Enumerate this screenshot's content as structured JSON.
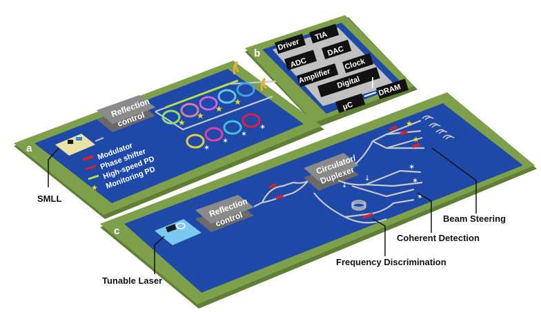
{
  "panels": {
    "a": "a",
    "b": "b",
    "c": "c"
  },
  "panel_a": {
    "reflection_box": [
      "Reflection",
      "control"
    ],
    "legend": [
      "Modulator",
      "Phase shifter",
      "High-speed PD",
      "Monitoring PD"
    ],
    "smll_label": "SMLL"
  },
  "panel_b": {
    "chips": [
      "Driver",
      "TIA",
      "ADC",
      "DAC",
      "Amplifier",
      "Clock",
      "Digital",
      "μC",
      "DRAM"
    ]
  },
  "panel_c": {
    "reflection_box": [
      "Reflection",
      "control"
    ],
    "circulator_box": [
      "Circulator/",
      "Duplexer"
    ],
    "callouts": [
      "Tunable Laser",
      "Frequency Discrimination",
      "Coherent Detection",
      "Beam Steering"
    ]
  },
  "colors": {
    "green_board": "#7fa04a",
    "blue_chip": "#1f49a8",
    "gray_box": "#7a7a7a",
    "modulator_red": "#d8202a",
    "pd_yellow": "#f0e020"
  }
}
